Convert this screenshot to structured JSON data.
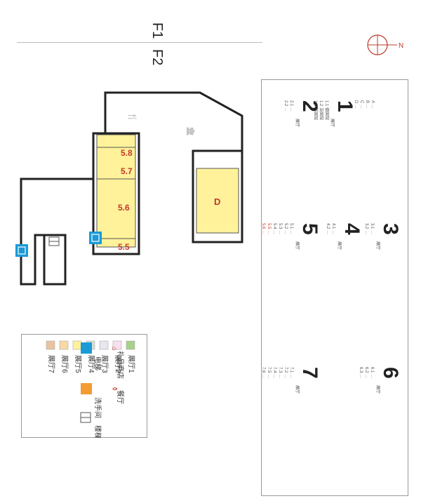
{
  "floors": {
    "f1": "F1",
    "f2": "F2"
  },
  "compass": {
    "north": "N"
  },
  "map": {
    "hall_d": "D",
    "hall_58": "5.8",
    "hall_57": "5.7",
    "hall_56": "5.6",
    "hall_55": "5.5",
    "gift_icon": "gift-shop-icon",
    "restaurant_icon": "restaurant-icon",
    "elevator_icon": "elevator-icon",
    "stairs_icon": "stairs-icon",
    "restroom_icon": "restroom-icon"
  },
  "legend": {
    "halls": [
      {
        "label": "展厅1",
        "color": "#a8d08d"
      },
      {
        "label": "展厅2",
        "color": "#f8e1ec"
      },
      {
        "label": "展厅3",
        "color": "#e7e7ee"
      },
      {
        "label": "展厅4",
        "color": "#d5dfd3"
      },
      {
        "label": "展厅5",
        "color": "#fff29a"
      },
      {
        "label": "展厅6",
        "color": "#f7d9a8"
      },
      {
        "label": "展厅7",
        "color": "#e8c3a0"
      }
    ],
    "facilities": [
      {
        "label": "礼品商店",
        "icon": "gift-shop-icon"
      },
      {
        "label": "餐厅",
        "icon": "restaurant-icon"
      },
      {
        "label": "电梯",
        "icon": "elevator-icon",
        "color": "#1b9ad6"
      },
      {
        "label": "洗手间",
        "icon": "restroom-icon",
        "color": "#f39c32"
      },
      {
        "label": "楼梯",
        "icon": "stairs-icon"
      }
    ]
  },
  "directory": {
    "entries": [
      {
        "num": "1",
        "tag": "展厅",
        "lines": [
          "1.1 德国馆",
          "1.2 法国馆",
          "1.3 英国馆"
        ]
      },
      {
        "num": "2",
        "tag": "展厅",
        "lines": [
          "2.1 …",
          "2.2 …"
        ]
      },
      {
        "num": "3",
        "tag": "展厅",
        "lines": [
          "3.1 …",
          "3.2 …"
        ]
      },
      {
        "num": "4",
        "tag": "展厅",
        "lines": [
          "4.1 …",
          "4.2 …"
        ]
      },
      {
        "num": "5",
        "tag": "展厅",
        "lines": [
          "5.1 …",
          "5.2 …",
          "5.3 …",
          "5.4 …",
          "5.5 …",
          "5.6 …",
          "5.7 …",
          "5.8 …"
        ]
      },
      {
        "num": "6",
        "tag": "展厅",
        "lines": [
          "6.1 …",
          "6.2 …",
          "6.3 …"
        ]
      },
      {
        "num": "7",
        "tag": "展厅",
        "lines": [
          "7.1 …",
          "7.2 …",
          "7.3 …",
          "7.4 …",
          "7.5 …",
          "7.6 …"
        ]
      }
    ],
    "top_lines": [
      "A …",
      "B …",
      "C …",
      "D …"
    ]
  }
}
